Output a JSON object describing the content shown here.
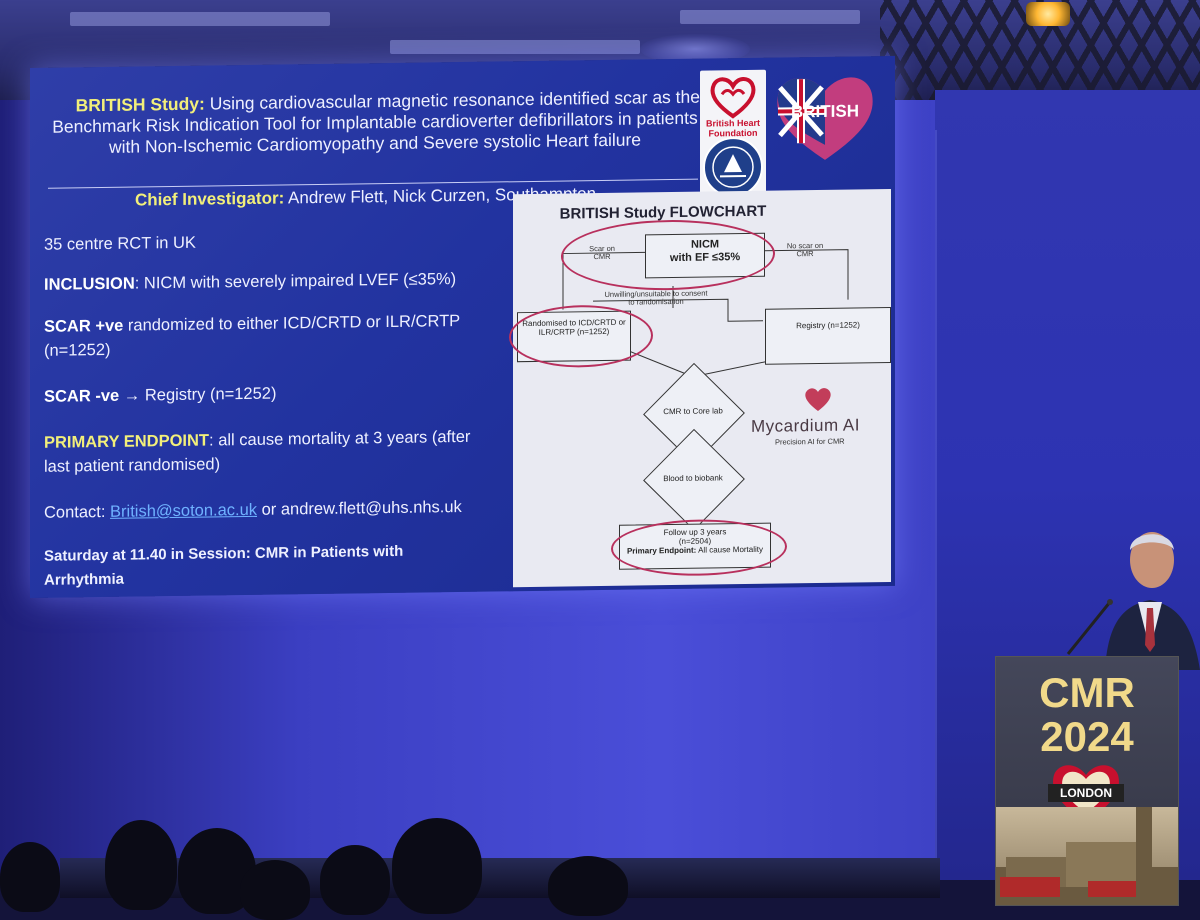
{
  "slide": {
    "title_keyword": "BRITISH Study:",
    "title_line1": " Using cardiovascular magnetic resonance identified scar as the",
    "title_line2": "Benchmark Risk Indication Tool for Implantable cardioverter defibrillators in patients",
    "title_line3": "with Non-Ischemic Cardiomyopathy and Severe systolic Heart failure",
    "ci_label": "Chief Investigator:",
    "ci_value": " Andrew Flett, Nick Curzen, Southampton",
    "bullets": {
      "rct": "35 centre RCT in UK",
      "inclusion_label": "INCLUSION",
      "inclusion_text": ": NICM with severely impaired LVEF (≤35%)",
      "scar_pos_label": "SCAR +ve",
      "scar_pos_text": " randomized to either ICD/CRTD or ILR/CRTP",
      "scar_pos_n": "(n=1252)",
      "scar_neg_label": "SCAR -ve",
      "scar_neg_text": " → Registry (n=1252)",
      "endpoint_label": "PRIMARY ENDPOINT",
      "endpoint_text": ": all cause mortality at 3 years (after",
      "endpoint_text2": "last patient randomised)",
      "contact_label": "Contact: ",
      "contact_link": "British@soton.ac.uk",
      "contact_rest": " or andrew.flett@uhs.nhs.uk",
      "session_line1": "Saturday at 11.40 in Session: CMR in Patients with",
      "session_line2": "Arrhythmia"
    },
    "logos": {
      "bhf_text_line1": "British Heart",
      "bhf_text_line2": "Foundation",
      "british_badge": "BRITISH"
    },
    "flowchart": {
      "title": "BRITISH Study FLOWCHART",
      "nicm_line1": "NICM",
      "nicm_line2": "with EF ≤35%",
      "scar_on": "Scar on CMR",
      "no_scar": "No scar on CMR",
      "unwilling": "Unwilling/unsuitable to consent to randomisation",
      "randomised": "Randomised to ICD/CRTD or ILR/CRTP (n=1252)",
      "registry": "Registry (n=1252)",
      "core_lab": "CMR to Core lab",
      "biobank": "Blood to biobank",
      "followup_line1": "Follow up 3 years",
      "followup_line2": "(n=2504)",
      "followup_label": "Primary Endpoint:",
      "followup_text": " All cause Mortality",
      "mycardium": "Mycardium AI",
      "mycardium_sub": "Precision AI for CMR"
    }
  },
  "lectern": {
    "line1": "CMR",
    "line2": "2024",
    "city": "LONDON"
  },
  "colors": {
    "slide_bg": "#2233a0",
    "highlight_yellow": "#f2ef7a",
    "ring_magenta": "#b8305d",
    "stage_blue": "#3b3fc2"
  }
}
